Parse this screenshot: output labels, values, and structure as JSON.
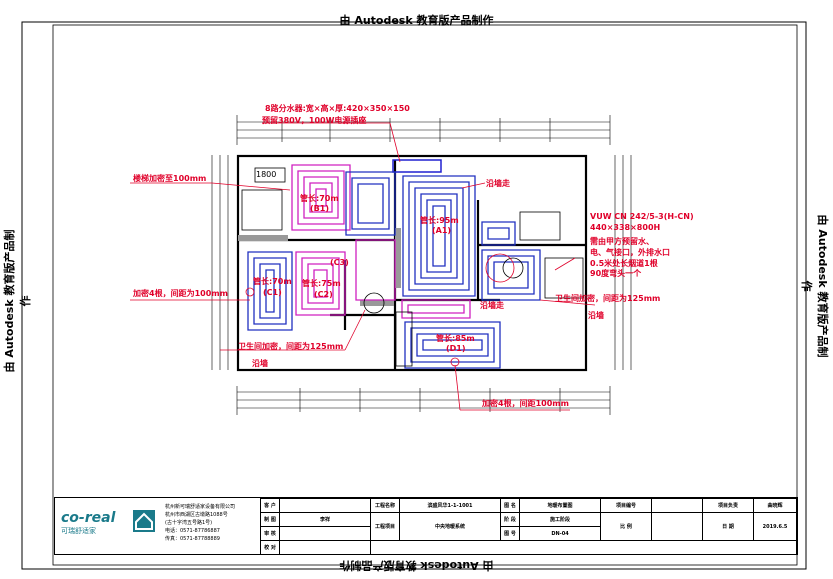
{
  "watermark": {
    "text": "由 Autodesk 教育版产品制作"
  },
  "drawing": {
    "dim_1800": "1800",
    "annotations": {
      "manifold_line1": "8路分水器:宽×高×厚:420×350×150",
      "manifold_line2": "预留380V，100W电源插座",
      "encrypt_top": "楼梯加密至100mm",
      "pipe_len_top": "管长:70m",
      "pipe_room_top": "(B1)",
      "pipe_len_center": "管长:95m",
      "pipe_room_center": "(A1)",
      "wall_right_top": "沿墙走",
      "boiler_line1": "VUW CN 242/5-3(H-CN)",
      "boiler_line2": "440×338×800H",
      "boiler_line3": "需由甲方预留水、",
      "boiler_line4": "电、气接口，外排水口",
      "boiler_line5": "0.5米处长烟道1根",
      "boiler_line6": "90度弯头一个",
      "pipe_len_c1": "管长:70m",
      "pipe_room_c1": "(C1)",
      "pipe_len_c2": "管长:75m",
      "pipe_room_c2": "(C2)",
      "pipe_room_c3": "(C3)",
      "encrypt_left": "加密4根，间距为100mm",
      "wall_right_mid": "沿墙走",
      "bath_right": "卫生间加密，间距为125mm",
      "wall_right_low": "沿墙",
      "bath_left": "卫生间加密，间距为125mm",
      "wall_left_low": "沿墙",
      "pipe_len_bottom": "管长:85m",
      "pipe_room_bottom": "(D1)",
      "encrypt_bottom": "加密4根，间距100mm"
    }
  },
  "title_block": {
    "company_logo": "co-real",
    "company_logo_sub": "可瑞舒适家",
    "company_name": "杭州新可瑞舒适家设备有限公司",
    "address_1": "杭州市西湖区古墩路1088号",
    "address_2": "(古十字湾五号路1号)",
    "tel": "电话：0571-87786887",
    "fax": "传真：0571-87788889",
    "customer_label": "客 户",
    "drawing_label": "制 图",
    "drawer_name": "李祥",
    "review_label": "审 核",
    "verify_label": "校 对",
    "project_name_label": "工程名称",
    "project_name": "滨盛风华1-1-1001",
    "project_item_label": "工程项目",
    "project_item": "中央地暖系统",
    "drawing_name_label": "图 名",
    "drawing_name": "地暖布置图",
    "stage_label": "阶 段",
    "stage": "施工阶段",
    "drawing_no_label": "图 号",
    "drawing_no": "DN-04",
    "project_code_label": "项目编号",
    "scale_label": "比 例",
    "manager_label": "项目负责",
    "manager": "曲晓辉",
    "date_label": "日 期",
    "date": "2019.6.5"
  }
}
